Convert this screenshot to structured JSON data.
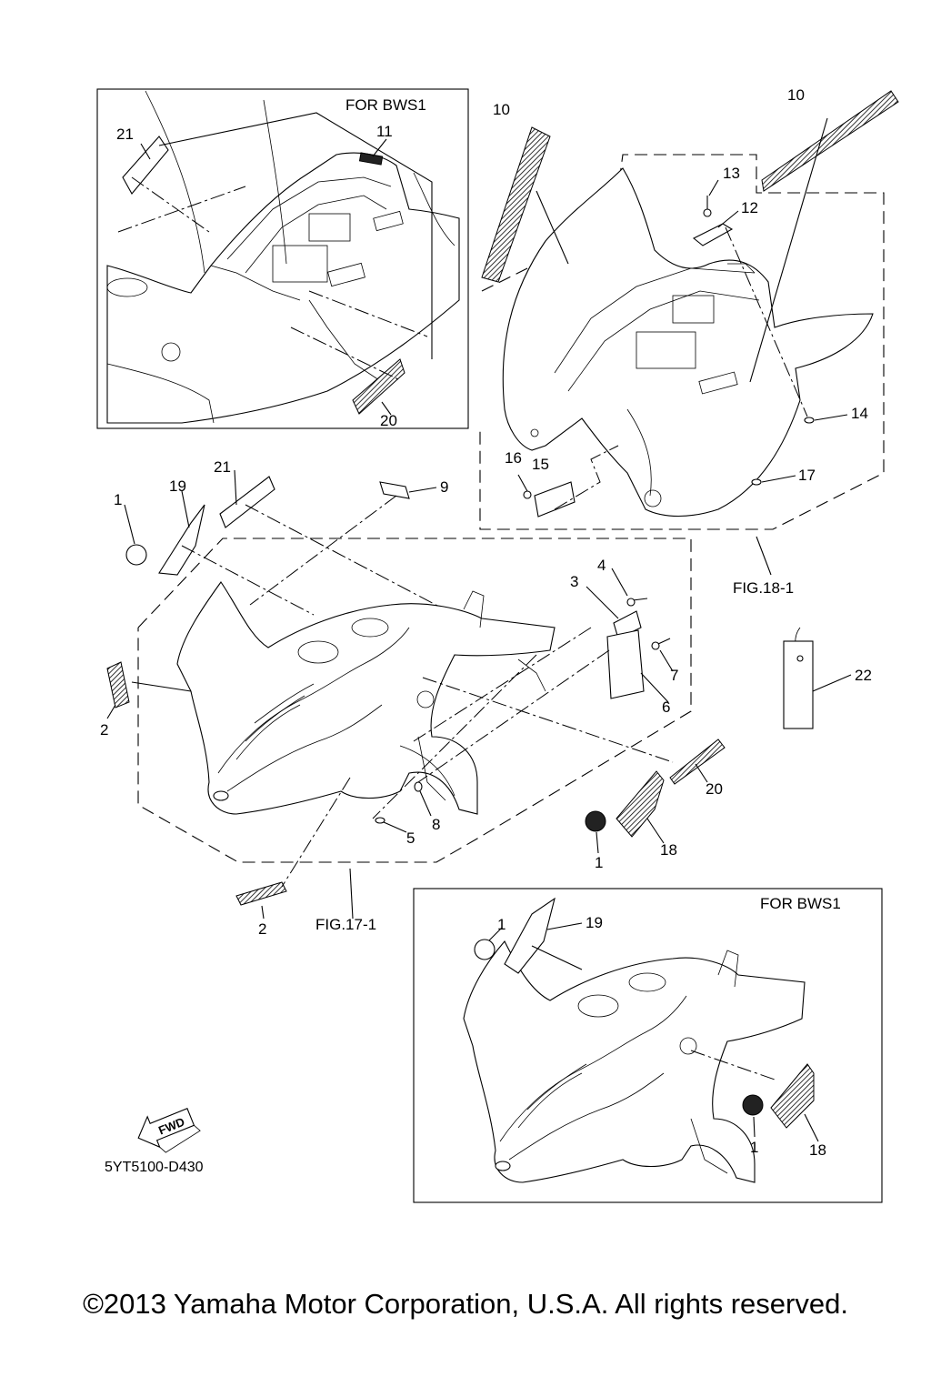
{
  "insets": {
    "top_left_title": "FOR BWS1",
    "bottom_right_title": "FOR BWS1"
  },
  "figure_refs": {
    "fig18": "FIG.18-1",
    "fig17": "FIG.17-1"
  },
  "fwd_label": "FWD",
  "drawing_code": "5YT5100-D430",
  "copyright": "©2013 Yamaha Motor Corporation, U.S.A. All rights reserved.",
  "callouts": {
    "c21a": "21",
    "c11": "11",
    "c20a": "20",
    "c10a": "10",
    "c10b": "10",
    "c13": "13",
    "c12": "12",
    "c14": "14",
    "c16": "16",
    "c15": "15",
    "c17": "17",
    "c1a": "1",
    "c19a": "19",
    "c21b": "21",
    "c9": "9",
    "c4": "4",
    "c3": "3",
    "c7": "7",
    "c6": "6",
    "c22": "22",
    "c2a": "2",
    "c20b": "20",
    "c8": "8",
    "c5": "5",
    "c18a": "18",
    "c1b": "1",
    "c2b": "2",
    "c1c": "1",
    "c19b": "19",
    "c1d": "1",
    "c18b": "18"
  }
}
